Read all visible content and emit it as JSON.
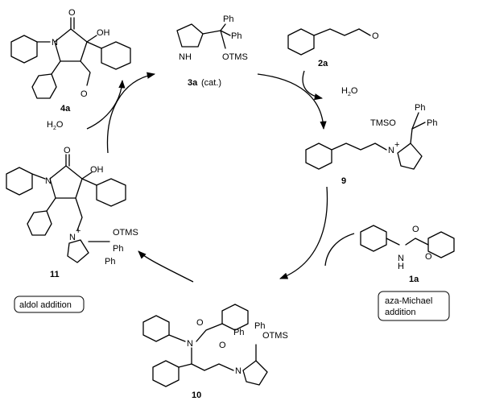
{
  "compounds": {
    "c4a": "4a",
    "c3a": "3a",
    "c3a_note": "(cat.)",
    "c2a": "2a",
    "c9": "9",
    "c11": "11",
    "c1a": "1a",
    "c10": "10"
  },
  "reagents": {
    "water_top_right": "H",
    "water_top_right_sub": "2",
    "water_top_right_tail": "O",
    "water_left": "H",
    "water_left_sub": "2",
    "water_left_tail": "O"
  },
  "atoms": {
    "oh": "OH",
    "o": "O",
    "n": "N",
    "nh": "NH",
    "h": "H",
    "ph": "Ph",
    "otms": "OTMS",
    "tmso": "TMSO",
    "plus": "+"
  },
  "steps": {
    "aldol": "aldol addition",
    "aza_line1": "aza-Michael",
    "aza_line2": "addition"
  }
}
